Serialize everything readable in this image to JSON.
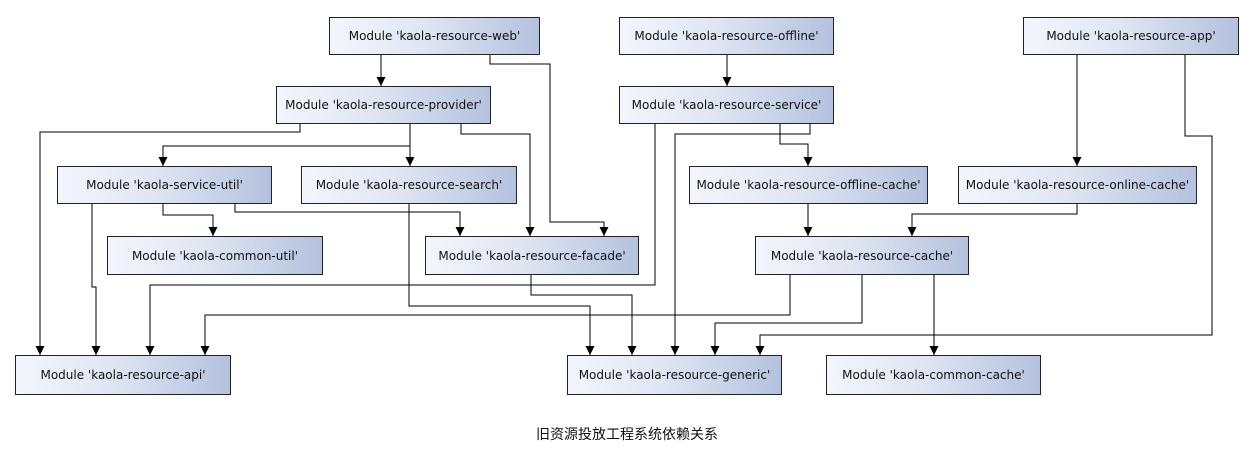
{
  "diagram": {
    "caption": "旧资源投放工程系统依赖关系",
    "nodes": {
      "web": "Module 'kaola-resource-web'",
      "offline": "Module 'kaola-resource-offline'",
      "app": "Module 'kaola-resource-app'",
      "provider": "Module 'kaola-resource-provider'",
      "service": "Module 'kaola-resource-service'",
      "service_util": "Module 'kaola-service-util'",
      "search": "Module 'kaola-resource-search'",
      "offline_cache": "Module 'kaola-resource-offline-cache'",
      "online_cache": "Module 'kaola-resource-online-cache'",
      "common_util": "Module 'kaola-common-util'",
      "facade": "Module 'kaola-resource-facade'",
      "cache": "Module 'kaola-resource-cache'",
      "api": "Module 'kaola-resource-api'",
      "generic": "Module 'kaola-resource-generic'",
      "common_cache": "Module 'kaola-common-cache'"
    },
    "edges": [
      [
        "web",
        "provider"
      ],
      [
        "web",
        "facade"
      ],
      [
        "offline",
        "service"
      ],
      [
        "app",
        "online_cache"
      ],
      [
        "app",
        "generic"
      ],
      [
        "provider",
        "api"
      ],
      [
        "provider",
        "service_util"
      ],
      [
        "provider",
        "search"
      ],
      [
        "provider",
        "facade"
      ],
      [
        "service",
        "offline_cache"
      ],
      [
        "service",
        "api"
      ],
      [
        "service",
        "generic"
      ],
      [
        "service_util",
        "common_util"
      ],
      [
        "service_util",
        "facade"
      ],
      [
        "service_util",
        "api"
      ],
      [
        "search",
        "generic"
      ],
      [
        "facade",
        "generic"
      ],
      [
        "offline_cache",
        "cache"
      ],
      [
        "online_cache",
        "cache"
      ],
      [
        "cache",
        "api"
      ],
      [
        "cache",
        "generic"
      ],
      [
        "cache",
        "common_cache"
      ]
    ]
  }
}
